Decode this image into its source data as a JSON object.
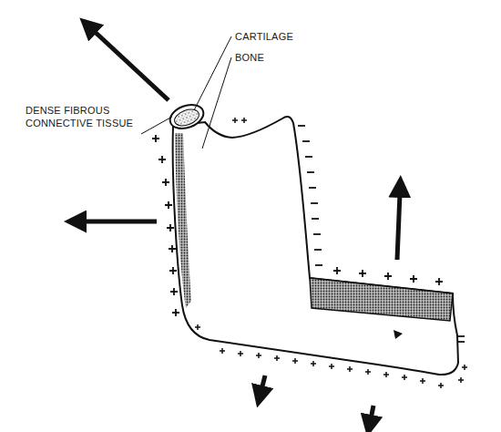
{
  "diagram": {
    "labels": [
      "DENSE FIBROUS CONNECTIVE TISSUE",
      "CARTILAGE",
      "BONE"
    ]
  }
}
